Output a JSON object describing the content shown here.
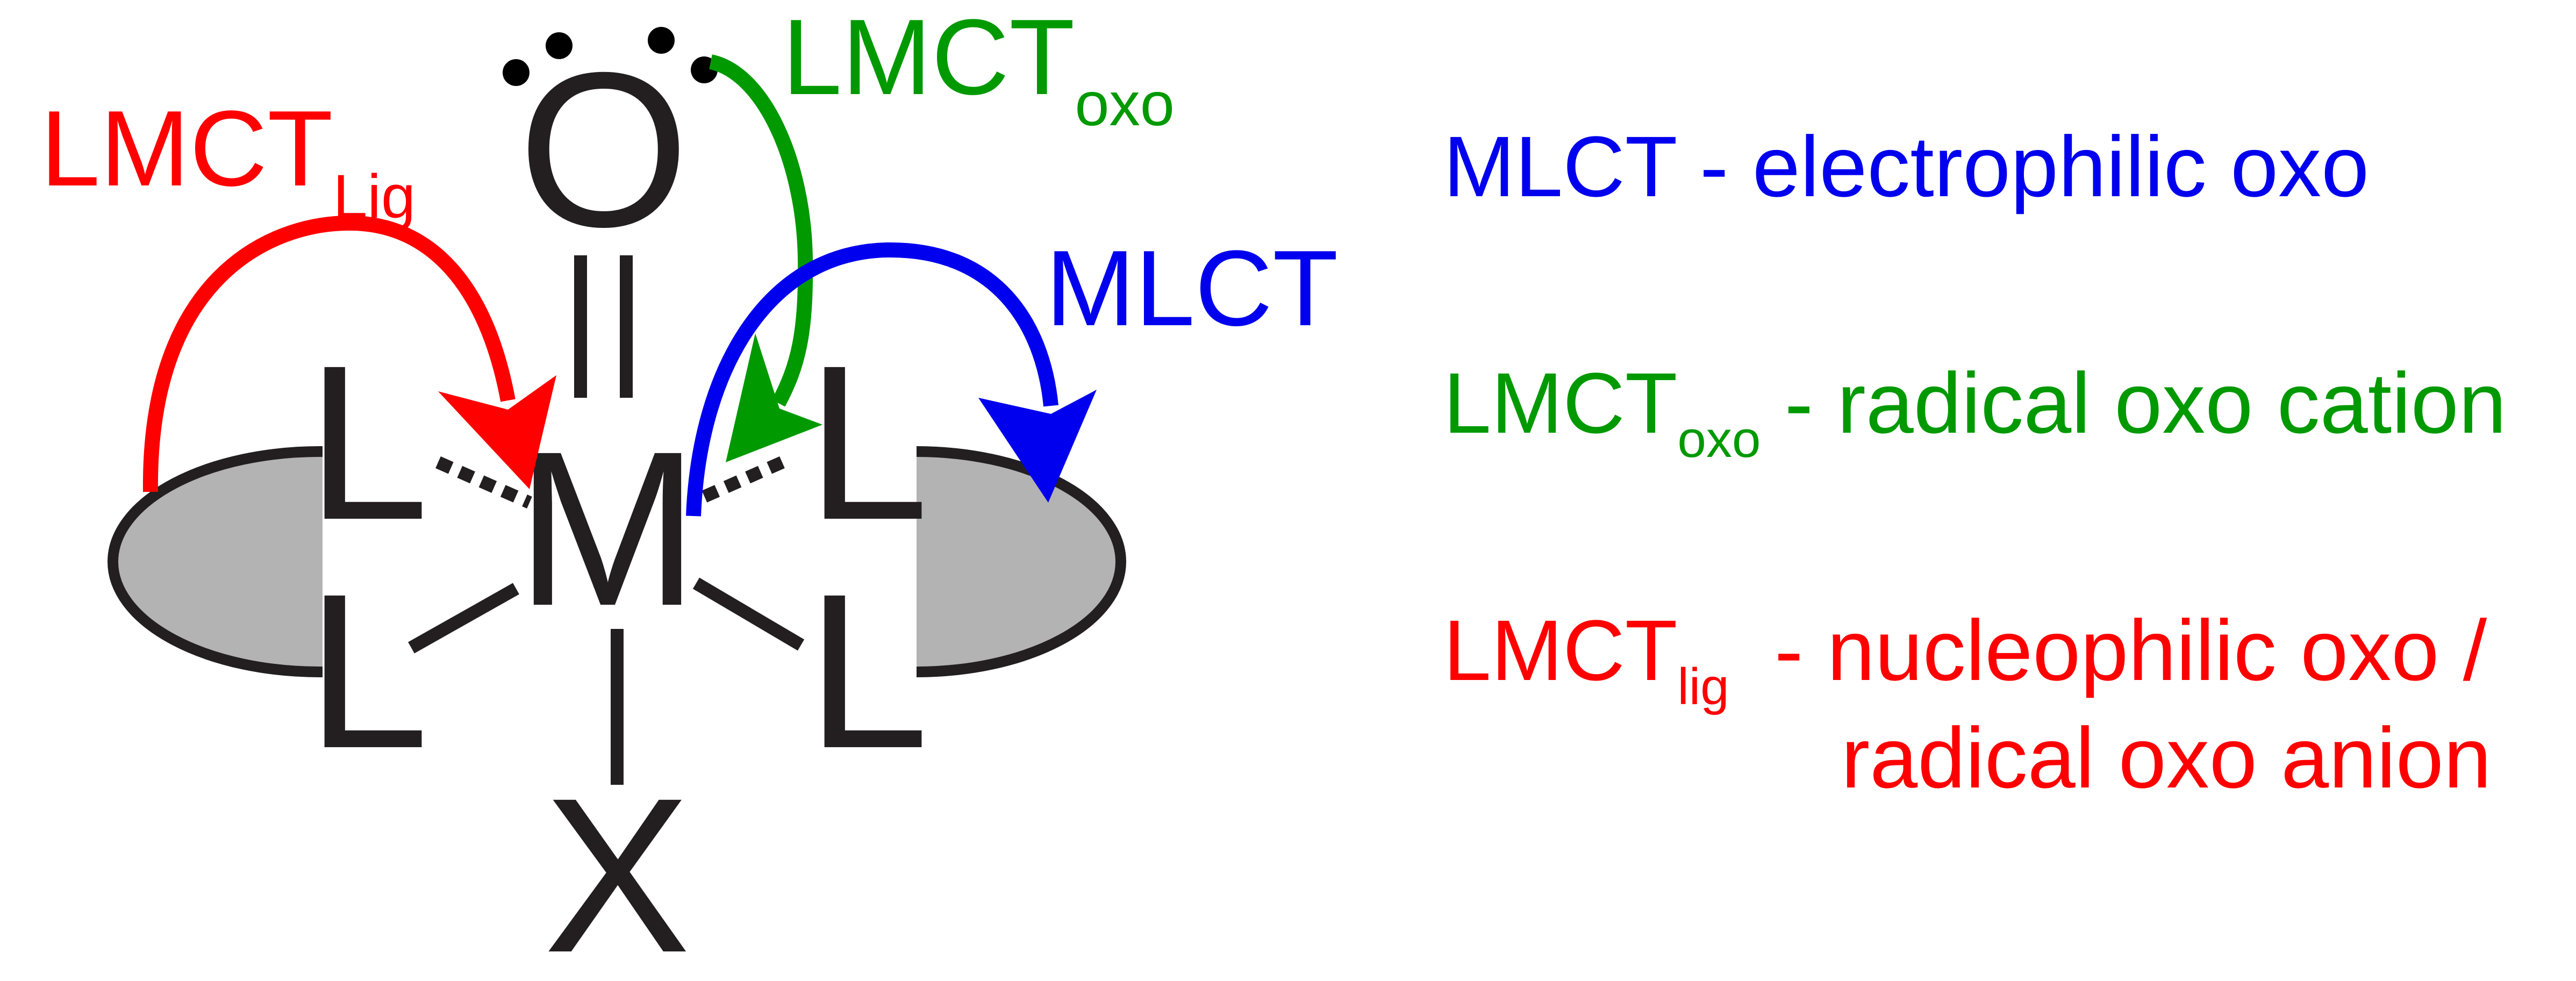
{
  "colors": {
    "ink": "#231f20",
    "lobe_fill": "#b3b3b3",
    "red": "#ff0000",
    "green": "#009900",
    "blue": "#0000ee"
  },
  "structure": {
    "oxo": "O",
    "metal": "M",
    "ligand": "L",
    "axial": "X"
  },
  "arrow_labels": {
    "lmct_lig": {
      "main": "LMCT",
      "sub": "Lig"
    },
    "lmct_oxo": {
      "main": "LMCT",
      "sub": "oxo"
    },
    "mlct": {
      "main": "MLCT"
    }
  },
  "legend": [
    {
      "main": "MLCT",
      "sub": "",
      "text": " - electrophilic oxo",
      "color": "blue"
    },
    {
      "main": "LMCT",
      "sub": "oxo",
      "text": " - radical oxo cation",
      "color": "green"
    },
    {
      "main": "LMCT",
      "sub": "lig",
      "text": " - nucleophilic oxo /",
      "text2": "radical oxo anion",
      "color": "red"
    }
  ]
}
